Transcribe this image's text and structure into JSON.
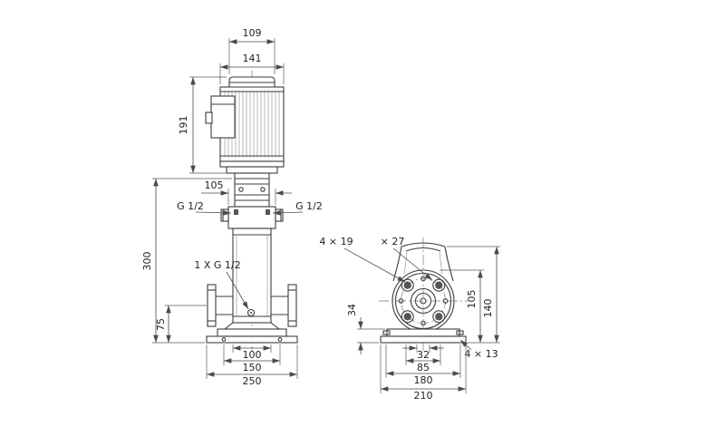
{
  "page": {
    "background": "#ffffff"
  },
  "front_view": {
    "dim_width_top": "109",
    "dim_width_motor": "141",
    "dim_motor_height": "191",
    "dim_head_width": "105",
    "port_left": "G 1/2",
    "port_right": "G 1/2",
    "dim_total_height": "300",
    "drain_port": "1 X G 1/2",
    "dim_port_centerline_height": "75",
    "dim_base_inner_width": "100",
    "dim_base_bolt_spacing": "150",
    "dim_base_width": "250"
  },
  "side_view": {
    "flange_hole_callout": "4 × 19",
    "flange_counterbore_callout": "× 27",
    "dim_flange_height": "105",
    "dim_top_height": "140",
    "dim_base_height": "34",
    "dim_slot_width": "32",
    "dim_base_inner_width": "85",
    "dim_base_bolt_spacing": "180",
    "dim_base_width": "210",
    "base_hole_callout": "4 × 13"
  }
}
